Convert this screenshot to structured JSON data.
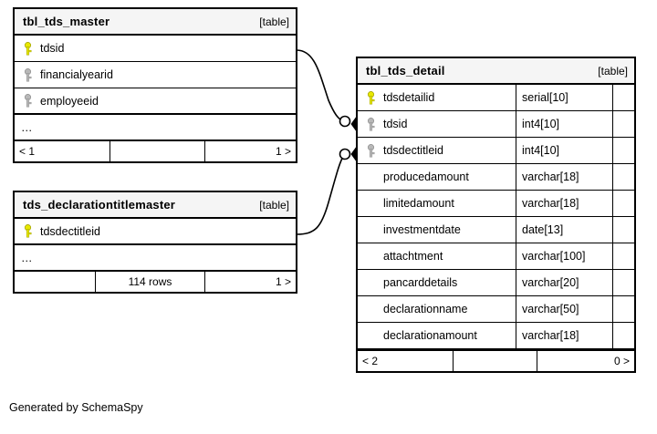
{
  "diagram": {
    "caption": "Generated by SchemaSpy",
    "kind_label": "[table]",
    "ellipsis": "…",
    "colors": {
      "primary_key": "#e8e800",
      "foreign_key": "#b3b3b3",
      "border": "#000000",
      "header_background": "#f5f5f5",
      "canvas_background": "#ffffff"
    }
  },
  "tables": [
    {
      "name": "tbl_tds_master",
      "kind": "[table]",
      "columns": [
        {
          "name": "tdsid",
          "key": "primary",
          "type": ""
        },
        {
          "name": "financialyearid",
          "key": "foreign",
          "type": ""
        },
        {
          "name": "employeeid",
          "key": "foreign",
          "type": ""
        }
      ],
      "more": "…",
      "footer": {
        "left": "< 1",
        "middle": "",
        "right": "1 >"
      }
    },
    {
      "name": "tds_declarationtitlemaster",
      "kind": "[table]",
      "columns": [
        {
          "name": "tdsdectitleid",
          "key": "primary",
          "type": ""
        }
      ],
      "more": "…",
      "footer": {
        "left": "",
        "middle": "114 rows",
        "right": "1 >"
      }
    },
    {
      "name": "tbl_tds_detail",
      "kind": "[table]",
      "columns": [
        {
          "name": "tdsdetailid",
          "key": "primary",
          "type": "serial[10]"
        },
        {
          "name": "tdsid",
          "key": "foreign",
          "type": "int4[10]"
        },
        {
          "name": "tdsdectitleid",
          "key": "foreign",
          "type": "int4[10]"
        },
        {
          "name": "producedamount",
          "key": "none",
          "type": "varchar[18]"
        },
        {
          "name": "limitedamount",
          "key": "none",
          "type": "varchar[18]"
        },
        {
          "name": "investmentdate",
          "key": "none",
          "type": "date[13]"
        },
        {
          "name": "attachtment",
          "key": "none",
          "type": "varchar[100]"
        },
        {
          "name": "pancarddetails",
          "key": "none",
          "type": "varchar[20]"
        },
        {
          "name": "declarationname",
          "key": "none",
          "type": "varchar[50]"
        },
        {
          "name": "declarationamount",
          "key": "none",
          "type": "varchar[18]"
        }
      ],
      "footer": {
        "left": "< 2",
        "middle": "",
        "right": "0 >"
      }
    }
  ],
  "relationships": [
    {
      "from": "tbl_tds_master",
      "from_column": "tdsid",
      "to": "tbl_tds_detail",
      "to_column": "tdsid"
    },
    {
      "from": "tds_declarationtitlemaster",
      "from_column": "tdsdectitleid",
      "to": "tbl_tds_detail",
      "to_column": "tdsdectitleid"
    }
  ]
}
